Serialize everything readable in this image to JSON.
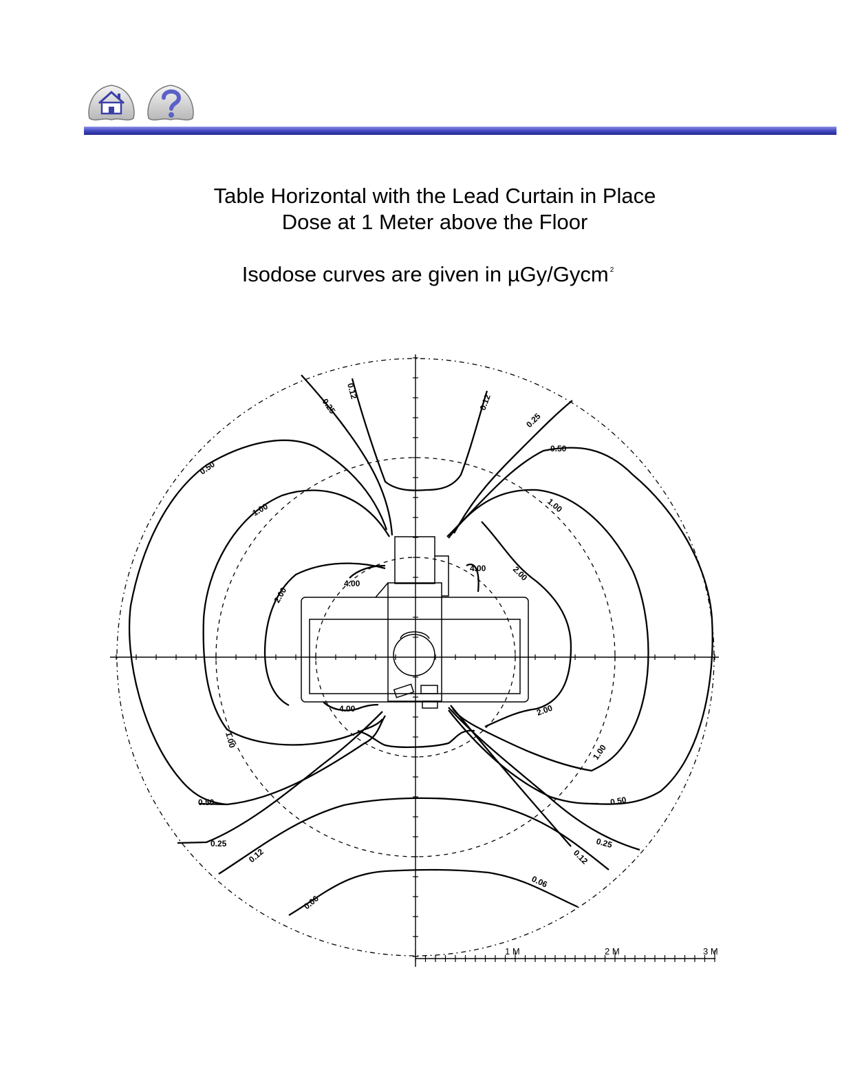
{
  "nav": {
    "home_icon": "home-icon",
    "help_icon": "question-mark-icon",
    "rule_color": "#4a50c8"
  },
  "title": {
    "line1": "Table Horizontal with the Lead Curtain in Place",
    "line2": "Dose at 1 Meter above the Floor",
    "line3_prefix": "Isodose curves are given in ",
    "unit_mu": "µ",
    "unit_rest": "Gy/Gycm",
    "unit_sup": "2"
  },
  "contour_labels": [
    {
      "id": "l012a",
      "text": "0.12"
    },
    {
      "id": "l025a",
      "text": "0.25"
    },
    {
      "id": "l012b",
      "text": "0.12"
    },
    {
      "id": "l025b",
      "text": "0.25"
    },
    {
      "id": "l050a",
      "text": "0.50"
    },
    {
      "id": "l050b",
      "text": "0.50"
    },
    {
      "id": "l100a",
      "text": "1.00"
    },
    {
      "id": "l100b",
      "text": "1.00"
    },
    {
      "id": "l200a",
      "text": "2.00"
    },
    {
      "id": "l200b",
      "text": "2.00"
    },
    {
      "id": "l400a",
      "text": "4.00"
    },
    {
      "id": "l400b",
      "text": "4.00"
    },
    {
      "id": "l400c",
      "text": "4.00"
    },
    {
      "id": "l100c",
      "text": "1.00"
    },
    {
      "id": "l100d",
      "text": "1.00"
    },
    {
      "id": "l200c",
      "text": "2.00"
    },
    {
      "id": "l050c",
      "text": "0.50"
    },
    {
      "id": "l050d",
      "text": "0.50"
    },
    {
      "id": "l025c",
      "text": "0.25"
    },
    {
      "id": "l025d",
      "text": "0.25"
    },
    {
      "id": "l012c",
      "text": "0.12"
    },
    {
      "id": "l012d",
      "text": "0.12"
    },
    {
      "id": "l006a",
      "text": "0.06"
    },
    {
      "id": "l006b",
      "text": "0.06"
    }
  ],
  "scale": {
    "m1": "1 M",
    "m2": "2 M",
    "m3": "3 M"
  }
}
